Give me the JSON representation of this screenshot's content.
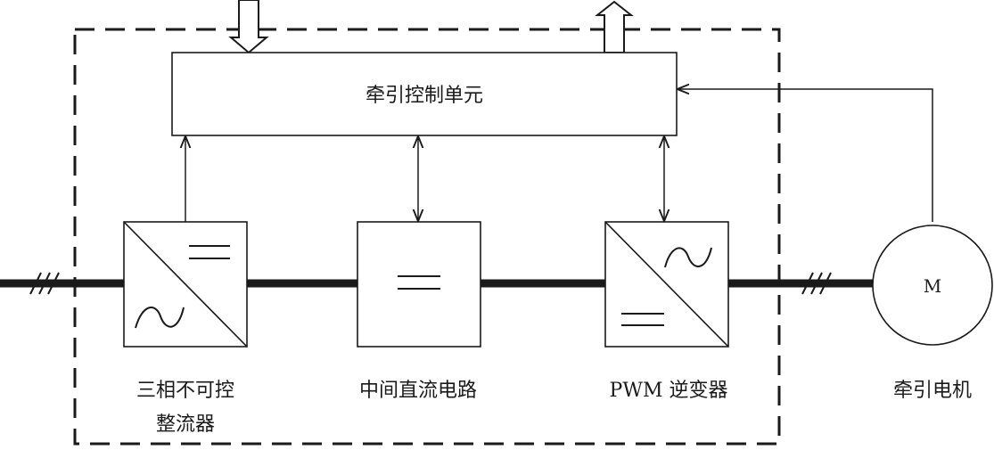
{
  "control_unit": {
    "label": "牵引控制单元"
  },
  "rectifier": {
    "label_line1": "三相不可控",
    "label_line2": "整流器"
  },
  "dc_link": {
    "label": "中间直流电路"
  },
  "inverter": {
    "label": "PWM 逆变器"
  },
  "motor": {
    "symbol": "M",
    "label": "牵引电机"
  }
}
